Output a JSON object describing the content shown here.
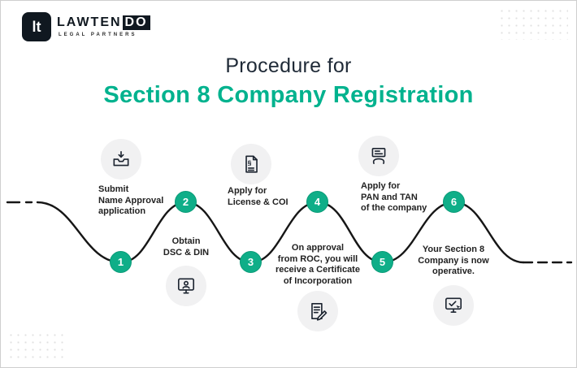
{
  "brand": {
    "monogram": "lt",
    "name": "LAWTEN",
    "name_highlight": "DO",
    "tagline": "LEGAL PARTNERS"
  },
  "title": {
    "line1": "Procedure for",
    "line2": "Section 8 Company Registration"
  },
  "colors": {
    "accent_teal": "#00b28e",
    "node_teal": "#0fae88",
    "line_dark": "#161616",
    "text_dark": "#1f2a37"
  },
  "steps": [
    {
      "number": "1",
      "label": "Submit\nName Approval\napplication",
      "icon": "inbox-submit-icon"
    },
    {
      "number": "2",
      "label": "Obtain\nDSC & DIN",
      "icon": "person-monitor-icon"
    },
    {
      "number": "3",
      "label": "Apply for\nLicense & COI",
      "icon": "license-document-icon"
    },
    {
      "number": "4",
      "label": "On approval\nfrom ROC, you will\nreceive a Certificate\nof Incorporation",
      "icon": "certificate-pen-icon"
    },
    {
      "number": "5",
      "label": "Apply for\nPAN and TAN\nof the company",
      "icon": "id-card-hand-icon"
    },
    {
      "number": "6",
      "label": "Your Section 8\nCompany is now\noperative.",
      "icon": "monitor-check-icon"
    }
  ]
}
